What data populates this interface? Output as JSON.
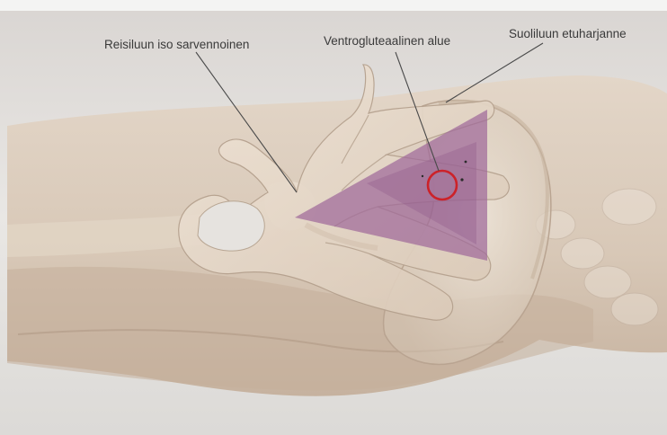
{
  "labels": {
    "greater_trochanter": "Reisiluun iso sarvennoinen",
    "ventrogluteal_area": "Ventrogluteaalinen alue",
    "iliac_crest": "Suoliluun etuharjanne"
  },
  "colors": {
    "background": "#e7e6e4",
    "skin": "#d7c7b6",
    "skin_shadow": "#b8a593",
    "bone": "#ece2d4",
    "triangle": "#a06a9a",
    "injection_circle": "#cc2229",
    "leader_line": "#4a4a4a"
  },
  "icons": {
    "hand": "hand-placement",
    "injection_site": "target-circle-icon"
  }
}
